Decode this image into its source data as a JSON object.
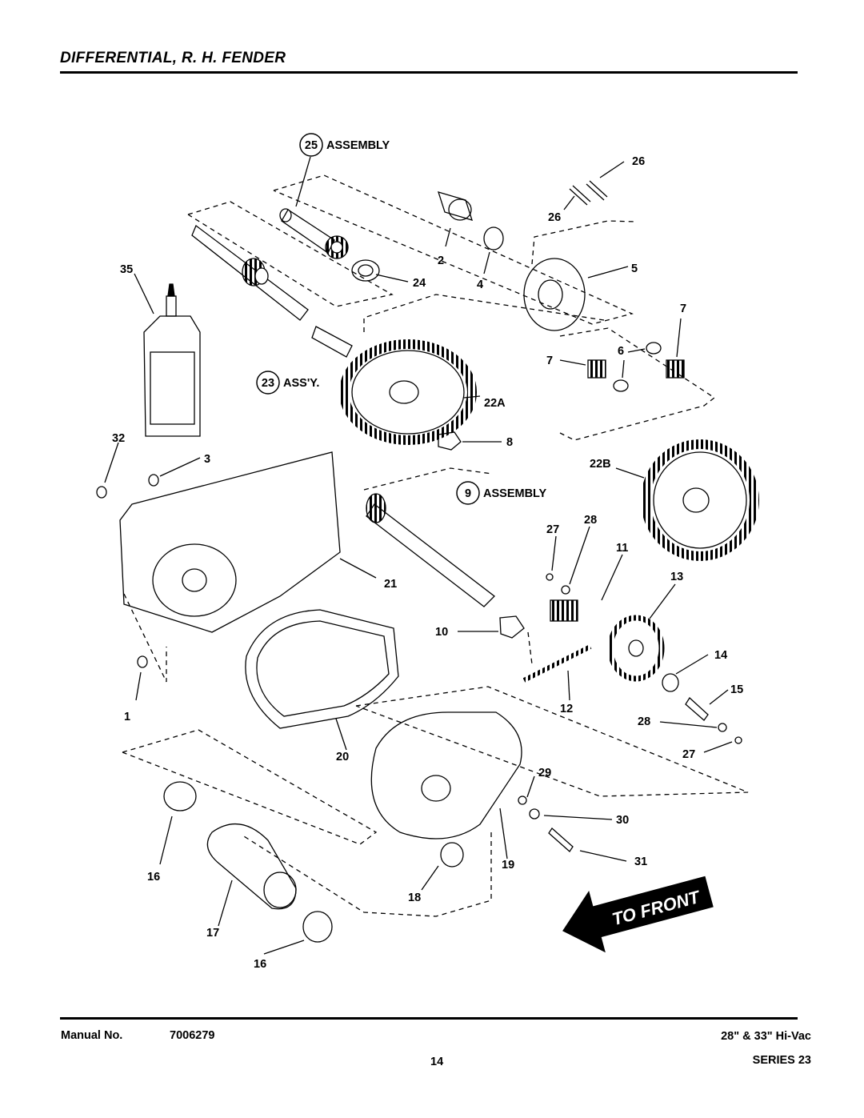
{
  "header": {
    "title": "DIFFERENTIAL, R. H. FENDER"
  },
  "callouts": {
    "c25": "25",
    "c25_label": "ASSEMBLY",
    "c23": "23",
    "c23_label": "ASS'Y.",
    "c9": "9",
    "c9_label": "ASSEMBLY",
    "p26a": "26",
    "p26b": "26",
    "p2": "2",
    "p4": "4",
    "p5": "5",
    "p24": "24",
    "p35": "35",
    "p7a": "7",
    "p7b": "7",
    "p6": "6",
    "p22A": "22A",
    "p8": "8",
    "p32": "32",
    "p3": "3",
    "p22B": "22B",
    "p27a": "27",
    "p28a": "28",
    "p11": "11",
    "p13": "13",
    "p21": "21",
    "p10": "10",
    "p14": "14",
    "p15": "15",
    "p1": "1",
    "p12": "12",
    "p28b": "28",
    "p20": "20",
    "p27b": "27",
    "p29": "29",
    "p30": "30",
    "p31": "31",
    "p16a": "16",
    "p19": "19",
    "p18": "18",
    "p17": "17",
    "p16b": "16"
  },
  "direction_label": "TO FRONT",
  "footer": {
    "manual_label": "Manual No.",
    "manual_number": "7006279",
    "page_number": "14",
    "model": "28\" & 33\" Hi-Vac",
    "series": "SERIES 23"
  }
}
